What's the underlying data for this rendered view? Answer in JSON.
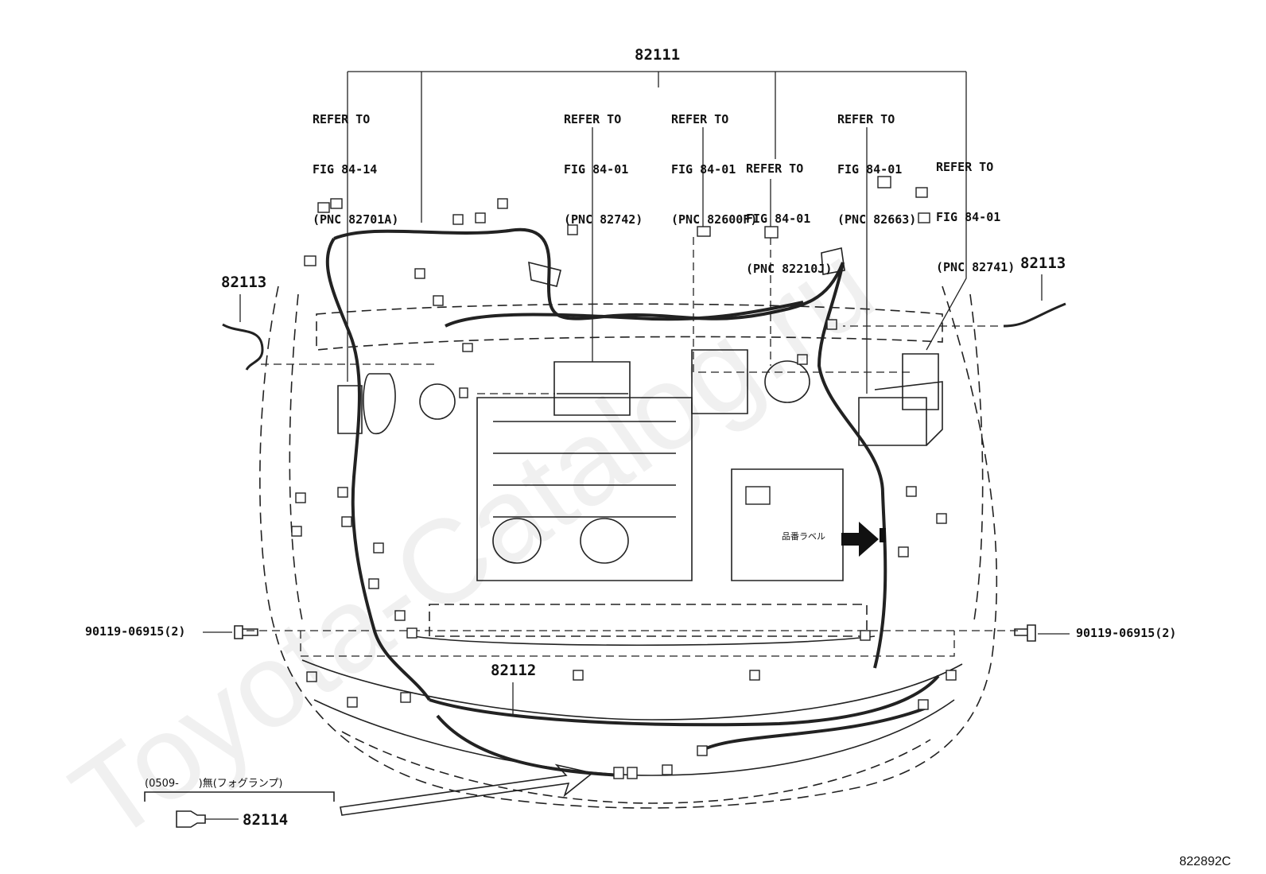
{
  "watermark": "Toyota-Catalog.ru",
  "main_part": "82111",
  "refs": [
    {
      "line1": "REFER TO",
      "line2": "FIG 84-14",
      "line3": "(PNC 82701A)"
    },
    {
      "line1": "REFER TO",
      "line2": "FIG 84-01",
      "line3": "(PNC 82742)"
    },
    {
      "line1": "REFER TO",
      "line2": "FIG 84-01",
      "line3": "(PNC 82600F)"
    },
    {
      "line1": "REFER TO",
      "line2": "FIG 84-01",
      "line3": "(PNC 82210J)"
    },
    {
      "line1": "REFER TO",
      "line2": "FIG 84-01",
      "line3": "(PNC 82663)"
    },
    {
      "line1": "REFER TO",
      "line2": "FIG 84-01",
      "line3": "(PNC 82741)"
    }
  ],
  "parts": {
    "wire_left": "82113",
    "wire_right": "82113",
    "bolt_left": "90119-06915(2)",
    "bolt_right": "90119-06915(2)",
    "front_harness": "82112",
    "fog_harness": "82114"
  },
  "fog_note": "(0509-      )無(フォグランプ)",
  "label_note": "品番ラベル",
  "diagram_code": "822892C"
}
